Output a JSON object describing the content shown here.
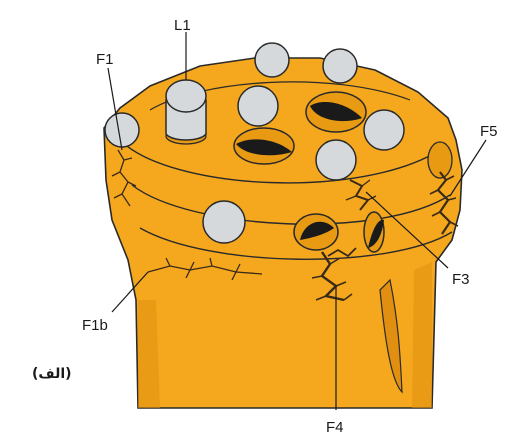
{
  "figure": {
    "caption": "(الف)",
    "labels": {
      "l1": "L1",
      "f1": "F1",
      "f1b": "F1b",
      "f3": "F3",
      "f4": "F4",
      "f5": "F5"
    },
    "colors": {
      "bit_body": "#f5a81e",
      "bit_shadow": "#e08f10",
      "outline": "#2a2a2a",
      "button_insert": "#d6d9dc",
      "flush_hole": "#e89a12",
      "damage": "#3a2a18"
    }
  }
}
